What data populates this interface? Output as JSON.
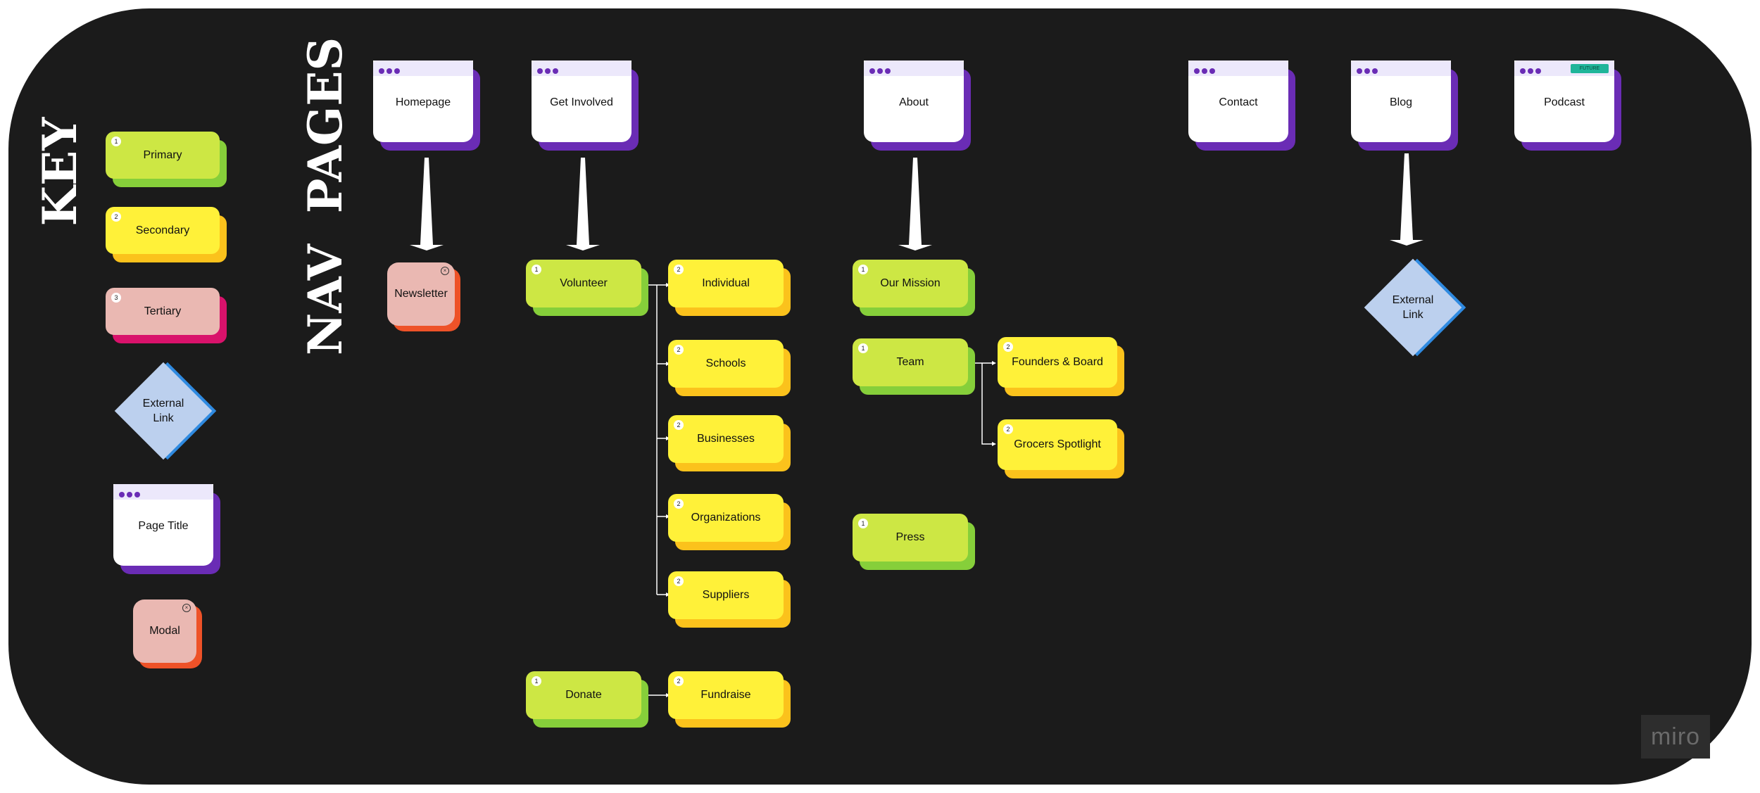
{
  "labels": {
    "key": "KEY",
    "pages": "PAGES",
    "nav": "NAV"
  },
  "key": {
    "primary": {
      "num": "1",
      "label": "Primary"
    },
    "secondary": {
      "num": "2",
      "label": "Secondary"
    },
    "tertiary": {
      "num": "3",
      "label": "Tertiary"
    },
    "external_link": "External\nLink",
    "page_title": "Page Title",
    "modal": "Modal"
  },
  "pages": {
    "homepage": "Homepage",
    "get_involved": "Get Involved",
    "about": "About",
    "contact": "Contact",
    "blog": "Blog",
    "podcast": {
      "label": "Podcast",
      "badge": "FUTURE"
    }
  },
  "nav": {
    "newsletter": "Newsletter",
    "volunteer": {
      "num": "1",
      "label": "Volunteer"
    },
    "individual": {
      "num": "2",
      "label": "Individual"
    },
    "schools": {
      "num": "2",
      "label": "Schools"
    },
    "businesses": {
      "num": "2",
      "label": "Businesses"
    },
    "organizations": {
      "num": "2",
      "label": "Organizations"
    },
    "suppliers": {
      "num": "2",
      "label": "Suppliers"
    },
    "donate": {
      "num": "1",
      "label": "Donate"
    },
    "fundraise": {
      "num": "2",
      "label": "Fundraise"
    },
    "our_mission": {
      "num": "1",
      "label": "Our Mission"
    },
    "team": {
      "num": "1",
      "label": "Team"
    },
    "founders_board": {
      "num": "2",
      "label": "Founders & Board"
    },
    "grocers_spotlight": {
      "num": "2",
      "label": "Grocers Spotlight"
    },
    "press": {
      "num": "1",
      "label": "Press"
    },
    "blog_external": "External\nLink"
  },
  "watermark": "miro",
  "colors": {
    "board": "#1b1b1b",
    "primary": "#cde744",
    "secondary": "#fff139",
    "tertiary": "#eab8b2",
    "page_accent": "#6a2cb5",
    "external_link": "#bcd0ee"
  }
}
